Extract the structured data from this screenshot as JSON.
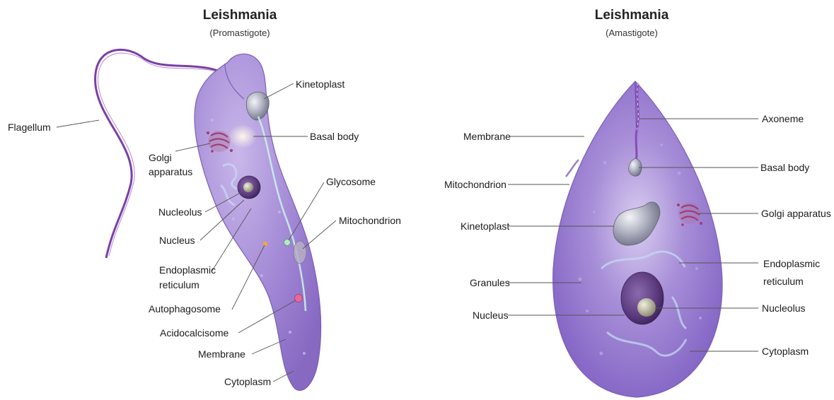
{
  "colors": {
    "cell_fill": "#9a7fcf",
    "cell_light": "#cdbbea",
    "cell_edge": "#7c5fb8",
    "flagellum": "#7a3fa6",
    "organelle_silver": "#a7a9b8",
    "nucleus": "#5c3a7e",
    "nucleolus": "#9e9a82",
    "golgi": "#a4476e",
    "er": "#bfd8f0",
    "leader": "#555555"
  },
  "promastigote": {
    "title": "Leishmania",
    "subtitle": "(Promastigote)",
    "labels": {
      "flagellum": "Flagellum",
      "kinetoplast": "Kinetoplast",
      "basal_body": "Basal body",
      "golgi_line1": "Golgi",
      "golgi_line2": "apparatus",
      "glycosome": "Glycosome",
      "mitochondrion": "Mitochondrion",
      "nucleolus": "Nucleolus",
      "nucleus": "Nucleus",
      "er_line1": "Endoplasmic",
      "er_line2": "reticulum",
      "autophagosome": "Autophagosome",
      "acidocalcisome": "Acidocalcisome",
      "membrane": "Membrane",
      "cytoplasm": "Cytoplasm"
    }
  },
  "amastigote": {
    "title": "Leishmania",
    "subtitle": "(Amastigote)",
    "labels": {
      "axoneme": "Axoneme",
      "membrane": "Membrane",
      "basal_body": "Basal body",
      "mitochondrion": "Mitochondrion",
      "golgi": "Golgi apparatus",
      "kinetoplast": "Kinetoplast",
      "er_line1": "Endoplasmic",
      "er_line2": "reticulum",
      "granules": "Granules",
      "nucleus": "Nucleus",
      "nucleolus": "Nucleolus",
      "cytoplasm": "Cytoplasm"
    }
  }
}
